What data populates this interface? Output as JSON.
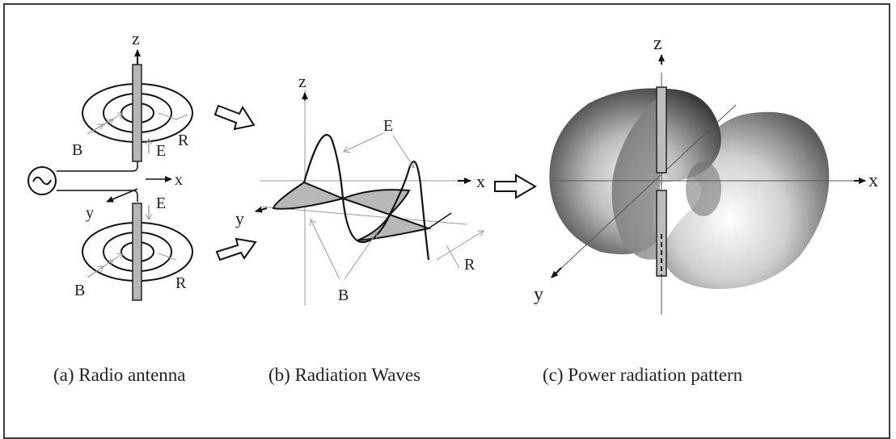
{
  "panel_a": {
    "labels": {
      "z": "z",
      "x": "x",
      "y": "y",
      "b_top": "B",
      "r_top": "R",
      "e_top": "E",
      "e_bottom": "E",
      "b_bottom": "B",
      "r_bottom": "R"
    },
    "caption": "(a) Radio antenna"
  },
  "panel_b": {
    "labels": {
      "z": "z",
      "x": "x",
      "y": "y",
      "e": "E",
      "b": "B",
      "r": "R"
    },
    "caption": "(b) Radiation Waves"
  },
  "panel_c": {
    "labels": {
      "z": "z",
      "x": "x",
      "y": "y"
    },
    "caption": "(c) Power radiation pattern"
  },
  "icons": [
    "ac-source-icon",
    "hollow-arrow-icon"
  ]
}
